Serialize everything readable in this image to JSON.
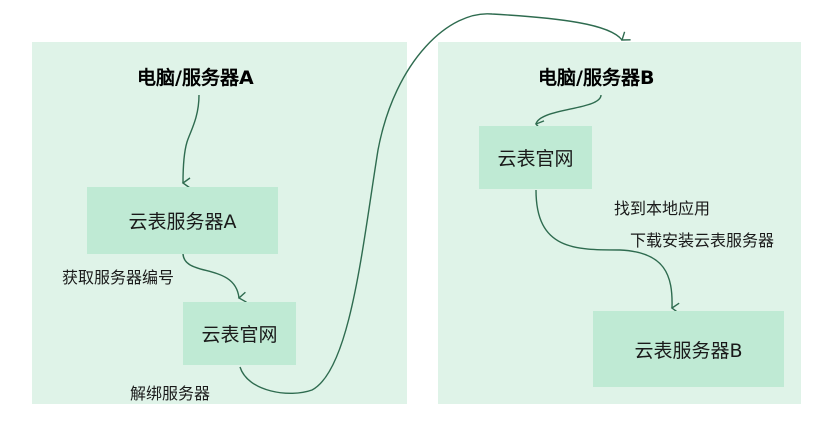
{
  "left_panel": {
    "title": "电脑/服务器A",
    "node_server": "云表服务器A",
    "node_site": "云表官网",
    "edge_label_1": "获取服务器编号",
    "edge_label_2": "解绑服务器"
  },
  "right_panel": {
    "title": "电脑/服务器B",
    "node_site": "云表官网",
    "edge_label_1": "找到本地应用",
    "edge_label_2": "下载安装云表服务器",
    "node_server": "云表服务器B"
  },
  "colors": {
    "panel_bg": "#dff3e8",
    "node_bg": "#bfead4",
    "connector": "#2e6b4f"
  }
}
